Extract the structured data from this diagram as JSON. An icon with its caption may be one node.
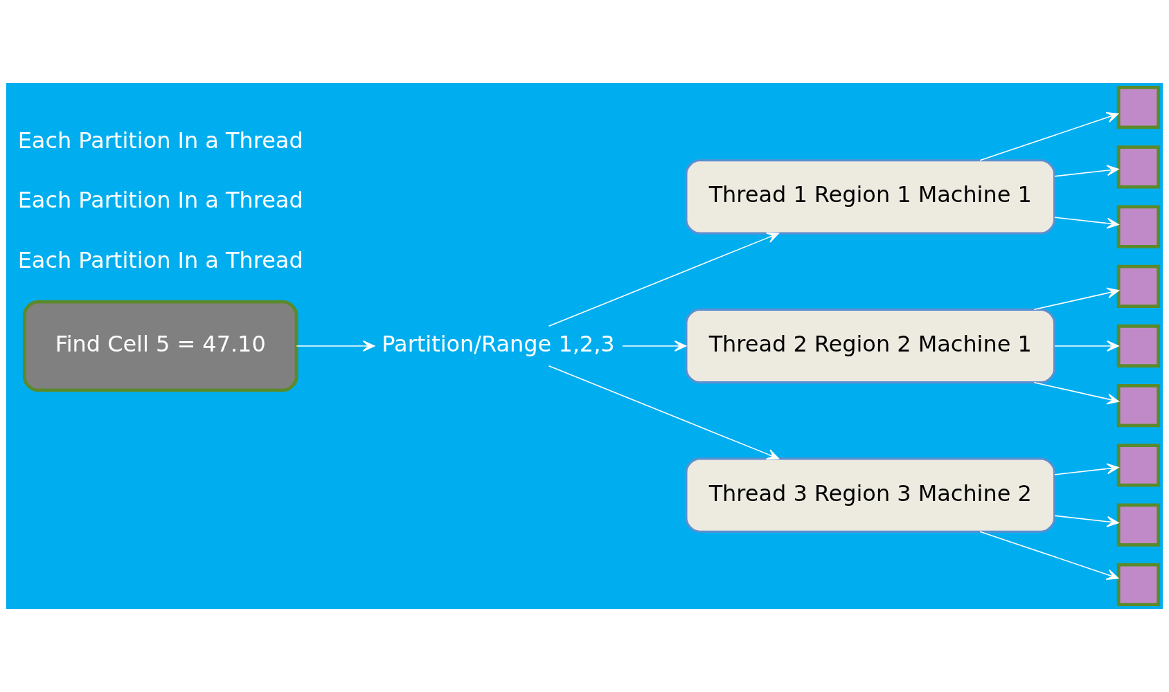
{
  "diagram": {
    "nodes": [
      {
        "text": [
          "Find Cell 5 = 47.10"
        ]
      },
      {
        "text": [
          "Partition/Range 1,2,3"
        ]
      },
      {
        "text": [
          "Thread 1 Region 1 Machine 1"
        ]
      },
      {
        "text": [
          "Thread 2 Region 2 Machine 1"
        ]
      },
      {
        "text": [
          "Thread 3 Region 3 Machine 2"
        ]
      },
      {
        "text": [],
        "shape": "box"
      },
      {
        "text": [],
        "shape": "box"
      },
      {
        "text": [],
        "shape": "box"
      },
      {
        "text": [],
        "shape": "box"
      },
      {
        "text": [],
        "shape": "box"
      },
      {
        "text": [],
        "shape": "box"
      },
      {
        "text": [],
        "shape": "box"
      },
      {
        "text": [],
        "shape": "box"
      },
      {
        "text": [],
        "shape": "box"
      }
    ],
    "edges": [
      {
        "from": 0,
        "to": 1,
        "arrow": "to"
      },
      {
        "from": 1,
        "to": 2,
        "arrow": "to"
      },
      {
        "from": 1,
        "to": 3,
        "arrow": "to"
      },
      {
        "from": 1,
        "to": 4,
        "arrow": "to"
      },
      {
        "from": 2,
        "to": 5,
        "arrow": "to"
      },
      {
        "from": 2,
        "to": 6,
        "arrow": "to"
      },
      {
        "from": 2,
        "to": 7,
        "arrow": "to"
      },
      {
        "from": 3,
        "to": 8,
        "arrow": "to"
      },
      {
        "from": 3,
        "to": 9,
        "arrow": "to"
      },
      {
        "from": 3,
        "to": 10,
        "arrow": "to"
      },
      {
        "from": 4,
        "to": 11,
        "arrow": "to"
      },
      {
        "from": 4,
        "to": 12,
        "arrow": "to"
      },
      {
        "from": 4,
        "to": 13,
        "arrow": "to"
      }
    ],
    "labels": [
      "Each Partition In a Thread",
      "Each Partition In a Thread",
      "Each Partition In a Thread"
    ]
  }
}
